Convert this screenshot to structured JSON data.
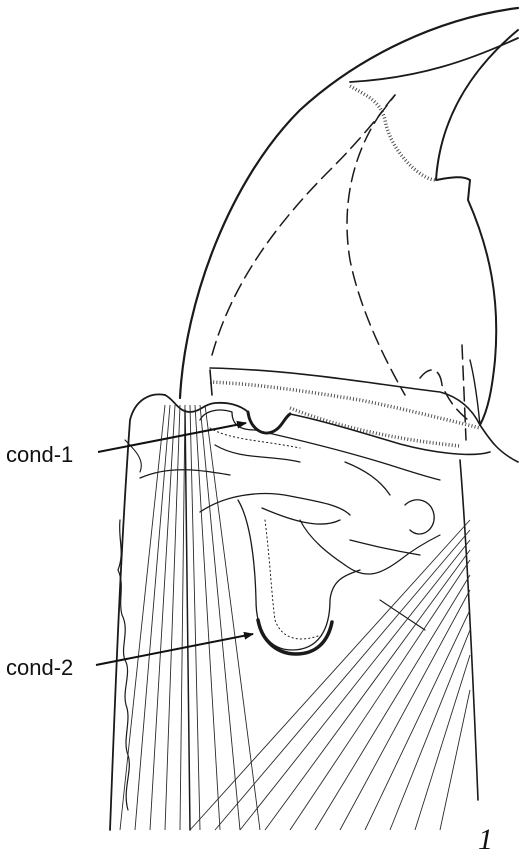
{
  "figure": {
    "labels": {
      "cond1": "cond-1",
      "cond2": "cond-2"
    },
    "figure_number": "1"
  },
  "colors": {
    "ink": "#1a1a1a",
    "background": "#ffffff"
  }
}
